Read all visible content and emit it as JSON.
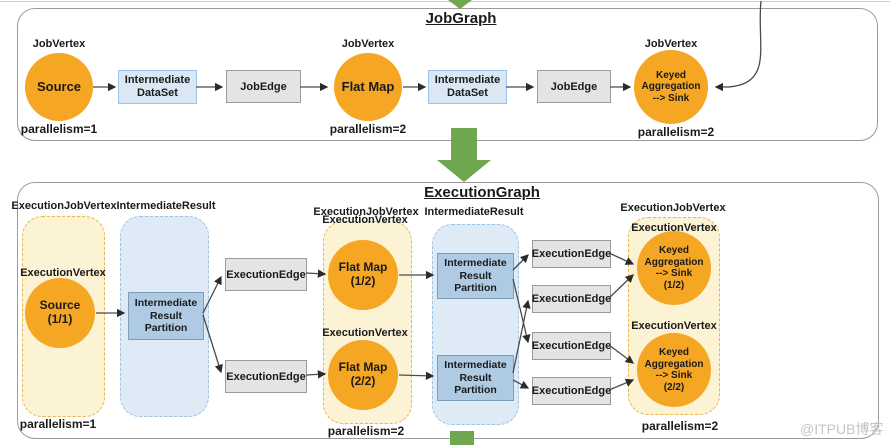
{
  "job_graph": {
    "title": "JobGraph",
    "vertices": [
      {
        "type_label": "JobVertex",
        "name": "Source",
        "parallelism": "parallelism=1"
      },
      {
        "type_label": "JobVertex",
        "name": "Flat Map",
        "parallelism": "parallelism=2"
      },
      {
        "type_label": "JobVertex",
        "name": "Keyed\nAggregation\n--> Sink",
        "parallelism": "parallelism=2"
      }
    ],
    "datasets": [
      "Intermediate\nDataSet",
      "Intermediate\nDataSet"
    ],
    "edges": [
      "JobEdge",
      "JobEdge"
    ]
  },
  "execution_graph": {
    "title": "ExecutionGraph",
    "source": {
      "group_label": "ExecutionJobVertex",
      "vertex_label": "ExecutionVertex",
      "name": "Source\n(1/1)",
      "parallelism": "parallelism=1"
    },
    "result1": {
      "group_label": "IntermediateResult",
      "partitions": [
        "Intermediate\nResult\nPartition"
      ]
    },
    "edges1": [
      "ExecutionEdge",
      "ExecutionEdge"
    ],
    "flatmap": {
      "group_label": "ExecutionJobVertex",
      "vertex_label": "ExecutionVertex",
      "vertices": [
        "Flat Map\n(1/2)",
        "Flat Map\n(2/2)"
      ],
      "parallelism": "parallelism=2"
    },
    "result2": {
      "group_label": "IntermediateResult",
      "partitions": [
        "Intermediate\nResult\nPartition",
        "Intermediate\nResult\nPartition"
      ]
    },
    "edges2": [
      "ExecutionEdge",
      "ExecutionEdge",
      "ExecutionEdge",
      "ExecutionEdge"
    ],
    "sink": {
      "group_label": "ExecutionJobVertex",
      "vertex_label": "ExecutionVertex",
      "vertices": [
        "Keyed\nAggregation\n--> Sink\n(1/2)",
        "Keyed\nAggregation\n--> Sink\n(2/2)"
      ],
      "parallelism": "parallelism=2"
    }
  },
  "watermark": "@ITPUB博客",
  "colors": {
    "node_orange": "#F5A623",
    "dataset_blue_fill": "#DAE8F5",
    "dataset_blue_border": "#9DC3E6",
    "edge_gray_fill": "#E4E4E4",
    "edge_gray_border": "#9B9B9B",
    "group_yellow_fill": "#FCF2D4",
    "group_yellow_border": "#E8B64C",
    "result_blue_fill": "#DEEBF7",
    "result_blue_border": "#9DC3E6",
    "partition_fill": "#AECBE3",
    "partition_border": "#7F9DB9",
    "arrow_green": "#6FA650",
    "outline_gray": "#9B9B9B"
  }
}
